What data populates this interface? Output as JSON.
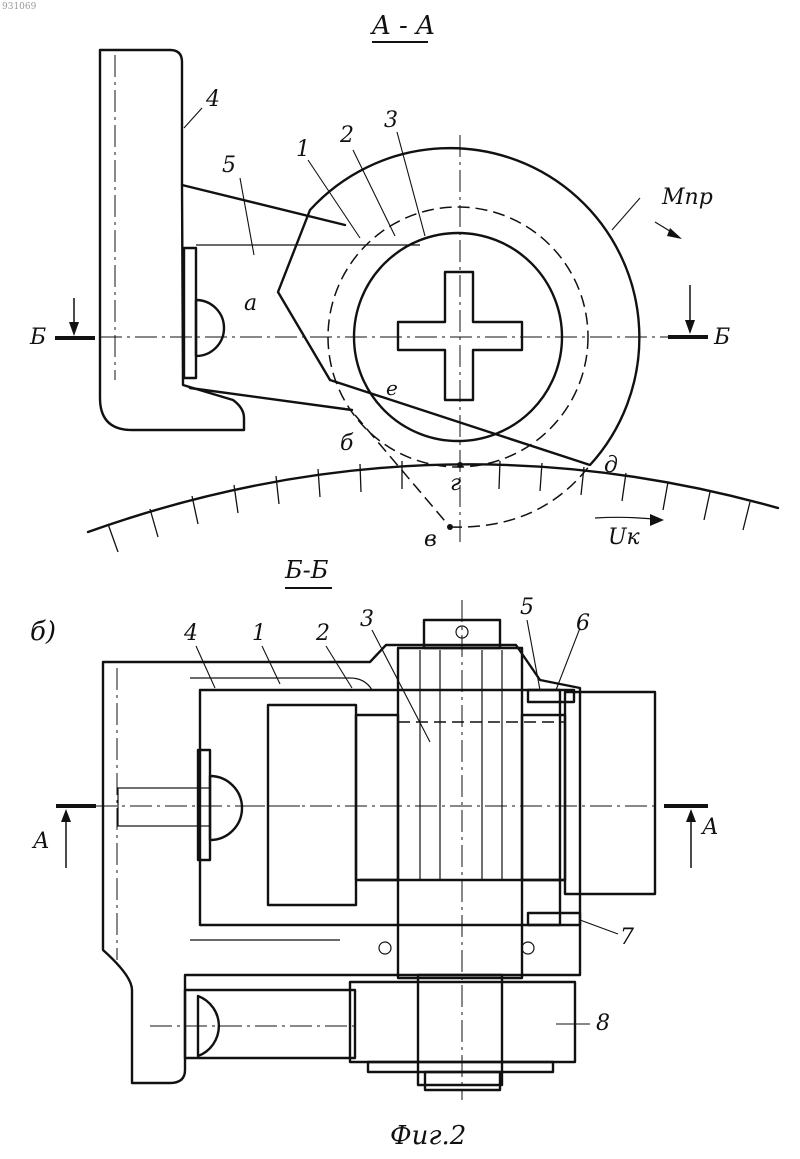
{
  "corner_id": "931069",
  "view_a": {
    "title": "A - A",
    "section_mark_left": "Б",
    "section_mark_right": "Б",
    "callouts": [
      "1",
      "2",
      "3",
      "4",
      "5"
    ],
    "points": [
      "а",
      "б",
      "в",
      "г",
      "д",
      "е"
    ],
    "moment_label": "Мпр",
    "velocity_label": "Uк"
  },
  "view_b": {
    "title": "Б-Б",
    "subfigure_label": "б)",
    "section_mark_left": "А",
    "section_mark_right": "А",
    "callouts": [
      "1",
      "2",
      "3",
      "4",
      "5",
      "6",
      "7",
      "8"
    ]
  },
  "caption": "Фиг.2"
}
